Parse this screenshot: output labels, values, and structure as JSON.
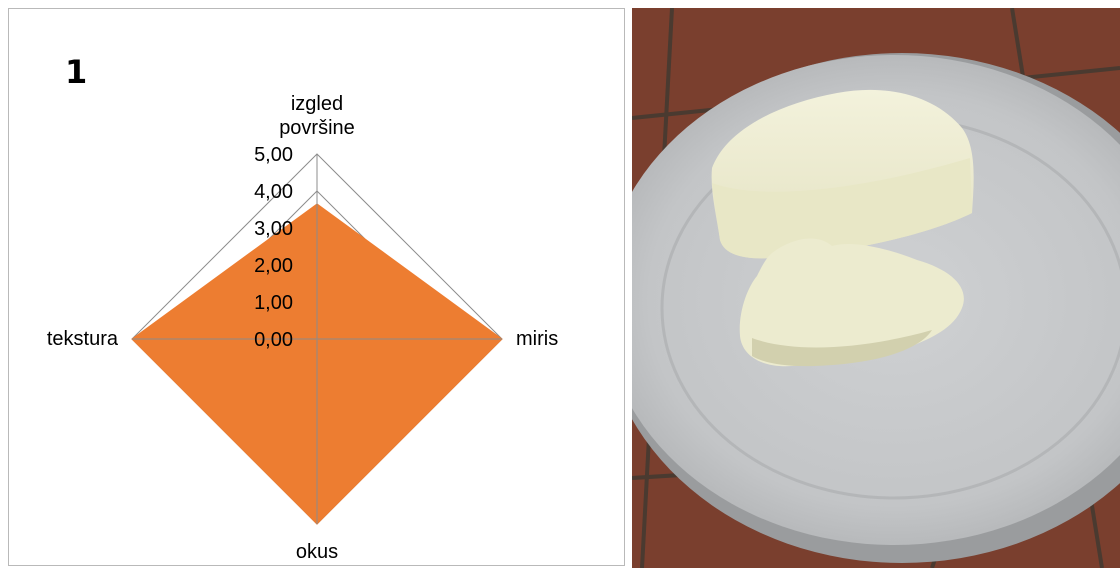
{
  "panel_label": "1",
  "chart_data": {
    "type": "radar",
    "title": "",
    "axes": [
      "izgled površine",
      "miris",
      "okus",
      "tekstura"
    ],
    "axis_label_lines": [
      [
        "izgled",
        "površine"
      ],
      [
        "miris"
      ],
      [
        "okus"
      ],
      [
        "tekstura"
      ]
    ],
    "tick_labels": [
      "0,00",
      "1,00",
      "2,00",
      "3,00",
      "4,00",
      "5,00"
    ],
    "rmin": 0,
    "rmax": 5,
    "tick_step": 1,
    "grid": true,
    "series": [
      {
        "values": [
          3.65,
          5.0,
          5.0,
          5.0
        ]
      }
    ],
    "colors": {
      "fill": "#ED7D31",
      "grid": "#8c8c8c",
      "axis": "#8c8c8c"
    }
  },
  "photo": {
    "subject": "cheese-on-plate",
    "colors": {
      "tile": "#7a3f2e",
      "grout": "#4a3a30",
      "plate": "#c7c9cb",
      "plate_shadow": "#9a9c9e",
      "cheese": "#ecebcf",
      "cheese_shadow": "#d2d0ae"
    }
  }
}
